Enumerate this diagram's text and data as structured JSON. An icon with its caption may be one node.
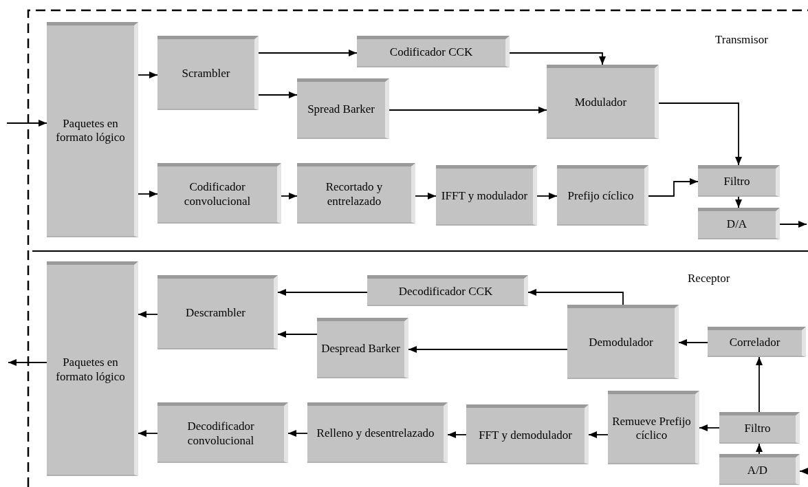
{
  "diagram": {
    "nodes": [
      {
        "text": [
          "Paquetes en formato lógico"
        ]
      },
      {
        "text": [
          "Scrambler"
        ]
      },
      {
        "text": [
          "Codificador CCK"
        ]
      },
      {
        "text": [
          "Spread Barker"
        ]
      },
      {
        "text": [
          "Modulador"
        ]
      },
      {
        "text": [
          "Codificador convolucional"
        ]
      },
      {
        "text": [
          "Recortado y entrelazado"
        ]
      },
      {
        "text": [
          "IFFT y modulador"
        ]
      },
      {
        "text": [
          "Prefijo cíclico"
        ]
      },
      {
        "text": [
          "Filtro"
        ]
      },
      {
        "text": [
          "D/A"
        ]
      },
      {
        "text": [
          "Paquetes en formato lógico"
        ]
      },
      {
        "text": [
          "Descrambler"
        ]
      },
      {
        "text": [
          "Decodificador CCK"
        ]
      },
      {
        "text": [
          "Despread Barker"
        ]
      },
      {
        "text": [
          "Demodulador"
        ]
      },
      {
        "text": [
          "Correlador"
        ]
      },
      {
        "text": [
          "Decodificador convolucional"
        ]
      },
      {
        "text": [
          "Relleno y desentrelazado"
        ]
      },
      {
        "text": [
          "FFT y demodulador"
        ]
      },
      {
        "text": [
          "Remueve Prefijo cíclico"
        ]
      },
      {
        "text": [
          "Filtro"
        ]
      },
      {
        "text": [
          "A/D"
        ]
      }
    ],
    "edges": [
      {
        "from": null,
        "to": 0,
        "arrow": "to"
      },
      {
        "from": 0,
        "to": 1,
        "arrow": "to"
      },
      {
        "from": 1,
        "to": 2,
        "arrow": "to"
      },
      {
        "from": 1,
        "to": 3,
        "arrow": "to"
      },
      {
        "from": 2,
        "to": 4,
        "arrow": "to"
      },
      {
        "from": 3,
        "to": 4,
        "arrow": "to"
      },
      {
        "from": 4,
        "to": 9,
        "arrow": "to"
      },
      {
        "from": 0,
        "to": 5,
        "arrow": "to"
      },
      {
        "from": 5,
        "to": 6,
        "arrow": "to"
      },
      {
        "from": 6,
        "to": 7,
        "arrow": "to"
      },
      {
        "from": 7,
        "to": 8,
        "arrow": "to"
      },
      {
        "from": 8,
        "to": 9,
        "arrow": "to"
      },
      {
        "from": 9,
        "to": 10,
        "arrow": "to"
      },
      {
        "from": 10,
        "to": null,
        "arrow": "to"
      },
      {
        "from": null,
        "to": 22,
        "arrow": "to"
      },
      {
        "from": 22,
        "to": 21,
        "arrow": "to"
      },
      {
        "from": 21,
        "to": 20,
        "arrow": "to"
      },
      {
        "from": 20,
        "to": 19,
        "arrow": "to"
      },
      {
        "from": 19,
        "to": 18,
        "arrow": "to"
      },
      {
        "from": 18,
        "to": 17,
        "arrow": "to"
      },
      {
        "from": 17,
        "to": 11,
        "arrow": "to"
      },
      {
        "from": 21,
        "to": 16,
        "arrow": "to"
      },
      {
        "from": 16,
        "to": 15,
        "arrow": "to"
      },
      {
        "from": 15,
        "to": 14,
        "arrow": "to"
      },
      {
        "from": 15,
        "to": 13,
        "arrow": "to"
      },
      {
        "from": 13,
        "to": 12,
        "arrow": "to"
      },
      {
        "from": 14,
        "to": 12,
        "arrow": "to"
      },
      {
        "from": 12,
        "to": 11,
        "arrow": "to"
      },
      {
        "from": 11,
        "to": null,
        "arrow": "to"
      }
    ],
    "labels": [
      "Transmisor",
      "Receptor"
    ]
  }
}
